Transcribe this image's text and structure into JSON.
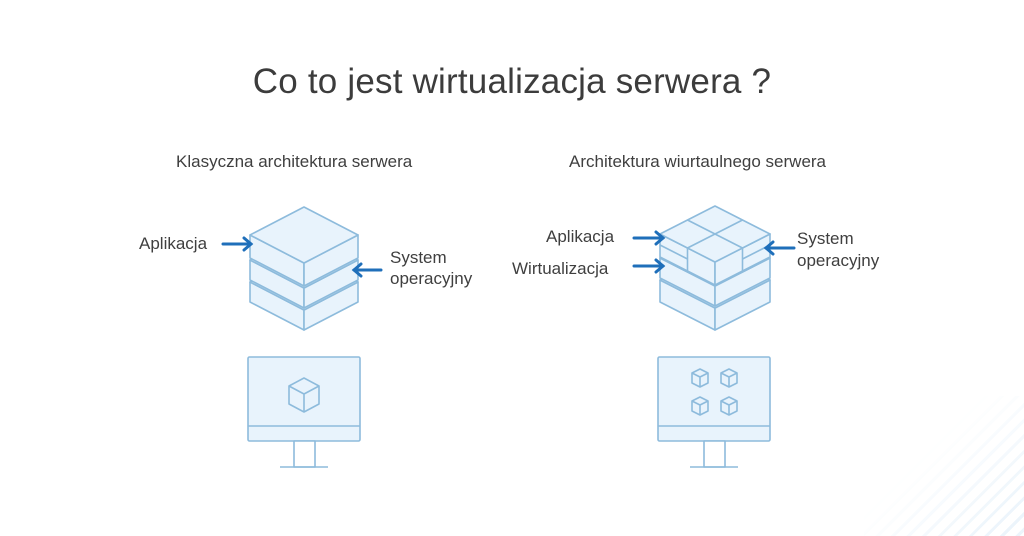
{
  "title": "Co to jest wirtualizacja serwera ?",
  "colors": {
    "stroke": "#8dbbdc",
    "fill": "#e8f3fc",
    "arrow": "#1f6fba",
    "text": "#3c3c3c"
  },
  "left_panel": {
    "subtitle": "Klasyczna architektura serwera",
    "labels": {
      "application": "Aplikacja",
      "os_line1": "System",
      "os_line2": "operacyjny"
    },
    "server_layers": 3,
    "monitor_cube_count": 1
  },
  "right_panel": {
    "subtitle": "Architektura wiurtaulnego serwera",
    "labels": {
      "application": "Aplikacja",
      "virtualization": "Wirtualizacja",
      "os_line1": "System",
      "os_line2": "operacyjny"
    },
    "server_layers": 3,
    "top_blocks": 4,
    "monitor_cube_count": 4
  }
}
